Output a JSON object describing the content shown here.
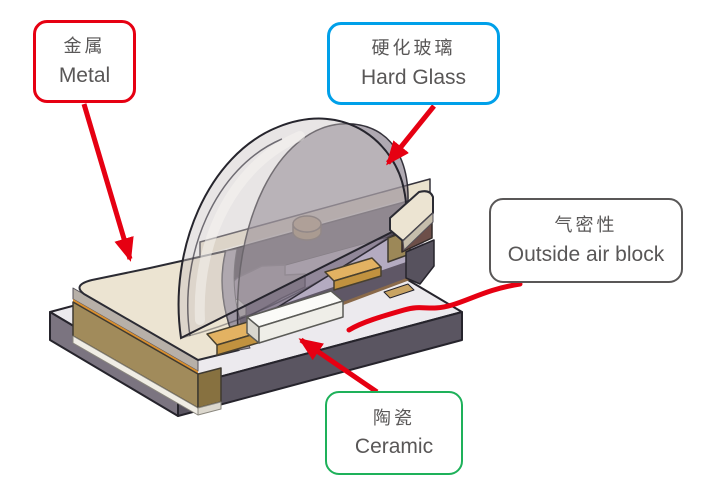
{
  "diagram": {
    "arrow_color": "#e60012",
    "labels": [
      {
        "id": "metal",
        "zh": "金属",
        "en": "Metal",
        "border_color": "#e60012"
      },
      {
        "id": "hard-glass",
        "zh": "硬化玻璃",
        "en": "Hard Glass",
        "border_color": "#00a0e9"
      },
      {
        "id": "air-block",
        "zh": "气密性",
        "en": "Outside air block",
        "border_color": "#595757"
      },
      {
        "id": "ceramic",
        "zh": "陶瓷",
        "en": "Ceramic",
        "border_color": "#1eb15a"
      }
    ],
    "part_colors": {
      "metal_lid_cream": "#ece4d2",
      "metal_frame_khaki": "#a18b5b",
      "ceramic_gray": "#5a5561",
      "glass_dome_gray": "#b9b1b4",
      "electrode_pad_gold": "#e3b262",
      "cavity_floor_lavender": "#b4abc1"
    }
  }
}
